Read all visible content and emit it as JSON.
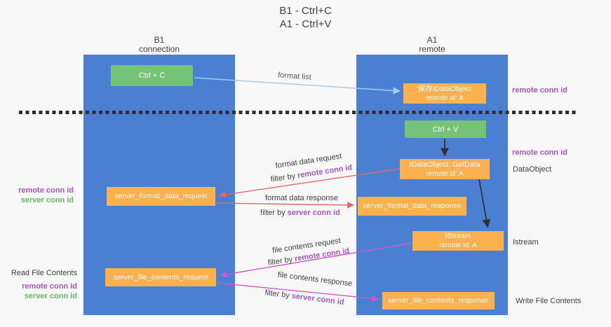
{
  "title": {
    "line1": "B1 - Ctrl+C",
    "line2": "A1 - Ctrl+V"
  },
  "columns": {
    "left": {
      "title": "B1",
      "subtitle": "connection"
    },
    "right": {
      "title": "A1",
      "subtitle": "remote"
    }
  },
  "nodes": {
    "ctrl_c": "Ctrl + C",
    "ctrl_v": "Ctrl + V",
    "save_dataobject": {
      "line1": "保存IDataObject",
      "line2": "remote id: A"
    },
    "getdata": {
      "line1": "IDataObject::GetData",
      "line2": "remote id: A"
    },
    "istream": {
      "line1": "IStream",
      "line2": "remote id: A"
    },
    "server_format_data_request": "server_format_data_request",
    "server_format_data_response": "server_format_data_response",
    "server_file_contents_request": "server_file_contents_request",
    "server_file_contents_response": "server_file_contents_response"
  },
  "side_labels": {
    "right_remote_conn_id_top": "remote conn id",
    "right_remote_conn_id_mid": "remote conn id",
    "dataobject": "DataObject",
    "istream": "Istream",
    "write_file_contents": "Write File Contents",
    "left_remote_conn_id_1": "remote conn id",
    "left_server_conn_id_1": "server conn id",
    "read_file_contents": "Read File Contents",
    "left_remote_conn_id_2": "remote conn id",
    "left_server_conn_id_2": "server conn id"
  },
  "arrow_labels": {
    "format_list": "format list",
    "format_data_request": "format data request",
    "format_data_response": "format data response",
    "file_contents_request": "file contents request",
    "file_contents_response": "file contents response",
    "filter_by": "filter by",
    "remote_conn_id": "remote conn id",
    "server_conn_id": "server conn id"
  },
  "colors": {
    "column_blue": "#4a7fd2",
    "box_green": "#76c276",
    "box_orange": "#fcb04e",
    "arrow_red": "#e06868",
    "arrow_magenta": "#cf58cf",
    "arrow_lightblue": "#a3cbee",
    "arrow_black": "#303030",
    "text_purple": "#a855c8",
    "text_green": "#5fbd5f",
    "background": "#f8f8f8"
  }
}
